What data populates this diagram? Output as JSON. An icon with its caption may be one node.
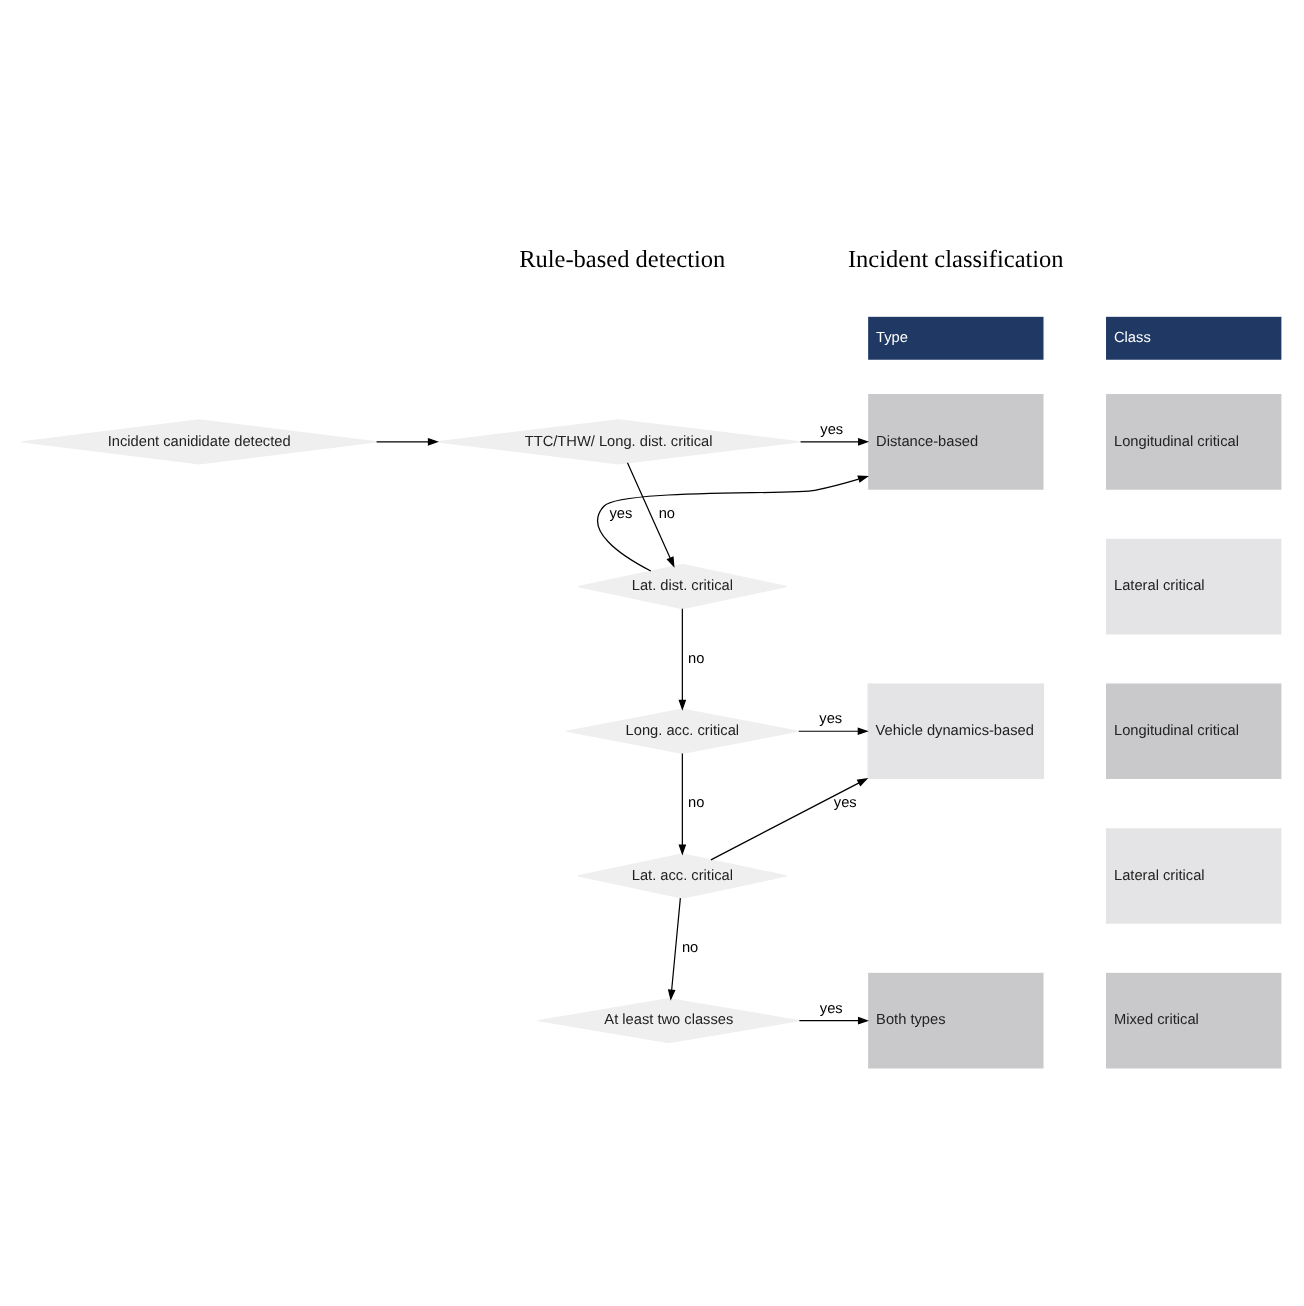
{
  "diagram": {
    "nodes": [
      {
        "text": [
          "Incident canididate detected"
        ]
      },
      {
        "text": [
          "TTC/THW/ Long. dist. critical"
        ]
      },
      {
        "text": [
          "Lat. dist. critical"
        ]
      },
      {
        "text": [
          "Long. acc. critical"
        ]
      },
      {
        "text": [
          "Lat. acc. critical"
        ]
      },
      {
        "text": [
          "At least two classes"
        ]
      },
      {
        "text": [
          "Type"
        ]
      },
      {
        "text": [
          "Class"
        ]
      },
      {
        "text": [
          "Distance-based"
        ]
      },
      {
        "text": [
          "Longitudinal critical"
        ]
      },
      {
        "text": [
          "Lateral critical"
        ]
      },
      {
        "text": [
          "Vehicle dynamics-based"
        ]
      },
      {
        "text": [
          "Longitudinal critical"
        ]
      },
      {
        "text": [
          "Lateral critical"
        ]
      },
      {
        "text": [
          "Both types"
        ]
      },
      {
        "text": [
          "Mixed critical"
        ]
      }
    ],
    "edges": [
      {
        "from": 0,
        "to": 1,
        "arrow": "to"
      },
      {
        "from": 1,
        "to": 8,
        "arrow": "to",
        "label": "yes"
      },
      {
        "from": 1,
        "to": 2,
        "arrow": "to",
        "label": "no"
      },
      {
        "from": 2,
        "to": 8,
        "arrow": "to",
        "label": "yes"
      },
      {
        "from": 2,
        "to": 3,
        "arrow": "to",
        "label": "no"
      },
      {
        "from": 3,
        "to": 11,
        "arrow": "to",
        "label": "yes"
      },
      {
        "from": 3,
        "to": 4,
        "arrow": "to",
        "label": "no"
      },
      {
        "from": 4,
        "to": 11,
        "arrow": "to",
        "label": "yes"
      },
      {
        "from": 4,
        "to": 5,
        "arrow": "to",
        "label": "no"
      },
      {
        "from": 5,
        "to": 14,
        "arrow": "to",
        "label": "yes"
      }
    ],
    "labels": [
      "Rule-based detection",
      "Incident classification"
    ]
  }
}
